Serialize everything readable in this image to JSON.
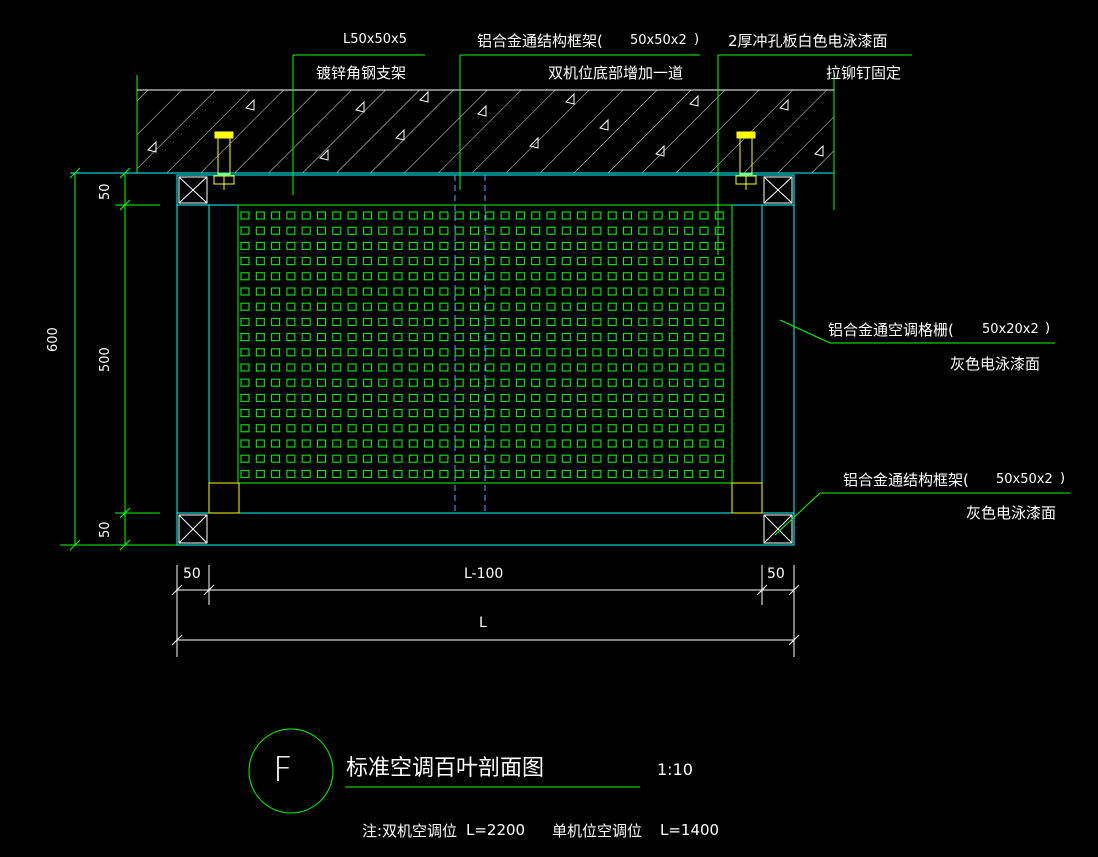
{
  "title": "标准空调百叶剖面图",
  "scale": "1:10",
  "section_mark": "F",
  "note": {
    "prefix": "注:双机空调位",
    "double_L": "L=2200",
    "single_label": "单机位空调位",
    "single_L": "L=1400"
  },
  "labels": {
    "angle_steel": "L50x50x5",
    "angle_steel_desc": "镀锌角钢支架",
    "frame_top": "铝合金通结构框架(",
    "frame_top_size": "50x50x2",
    "frame_top_close": ")",
    "frame_top_desc": "双机位底部增加一道",
    "plate": "2厚冲孔板白色电泳漆面",
    "plate_desc": "拉铆钉固定",
    "grille": "铝合金通空调格栅(",
    "grille_size": "50x20x2",
    "grille_close": ")",
    "grille_desc": "灰色电泳漆面",
    "frame_bottom": "铝合金通结构框架(",
    "frame_bottom_size": "50x50x2",
    "frame_bottom_close": ")",
    "frame_bottom_desc": "灰色电泳漆面"
  },
  "dimensions": {
    "left_total": "600",
    "left_top": "50",
    "left_mid": "500",
    "left_bottom": "50",
    "bottom_left": "50",
    "bottom_mid": "L-100",
    "bottom_right": "50",
    "bottom_total": "L"
  },
  "colors": {
    "green": "#00ff00",
    "cyan": "#00ffff",
    "white": "#ffffff",
    "yellow": "#ffff00",
    "blue": "#4da6ff"
  }
}
